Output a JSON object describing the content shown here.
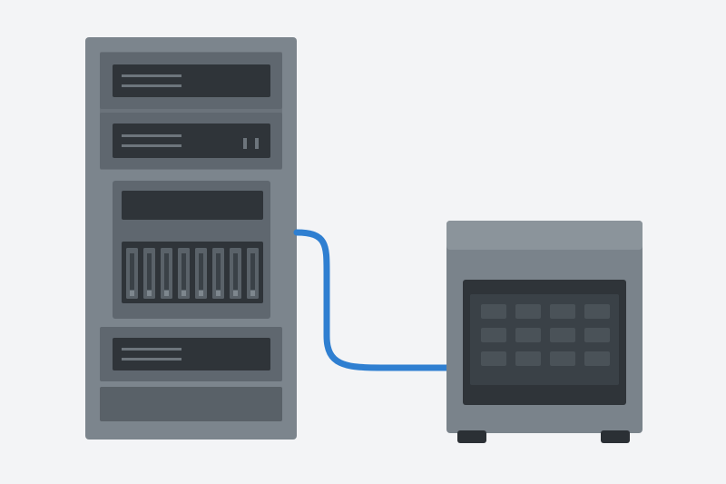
{
  "scene": {
    "background": "#f3f4f6",
    "objects": [
      "server-rack",
      "drive-bay-with-8-disks",
      "network-cable",
      "storage-enclosure-with-12-slots"
    ]
  },
  "colors": {
    "rack_body": "#7c858d",
    "rack_body_dark": "#6b737b",
    "rack_slot": "#2f3439",
    "rack_slot_frame": "#5f676f",
    "slot_detail": "#6d757c",
    "cable": "#2f7fd1",
    "enclosure_top": "#8b949b",
    "enclosure_body": "#7a838b",
    "enclosure_panel": "#2f3439",
    "enclosure_bay": "#4a5258",
    "feet": "#2b3035"
  }
}
